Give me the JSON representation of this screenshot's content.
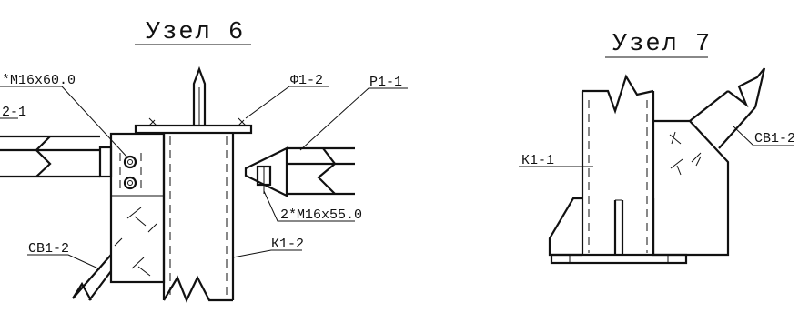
{
  "node6": {
    "title": "Узел 6",
    "labels": {
      "bolt_top": "*M16x60.0",
      "plate_f": "Ф1-2",
      "rigel_right": "Р1-1",
      "rigel_left": "2-1",
      "bolt_bottom": "2*M16x55.0",
      "brace": "СВ1-2",
      "column": "К1-2"
    }
  },
  "node7": {
    "title": "Узел 7",
    "labels": {
      "column": "К1-1",
      "brace": "СВ1-2"
    }
  }
}
